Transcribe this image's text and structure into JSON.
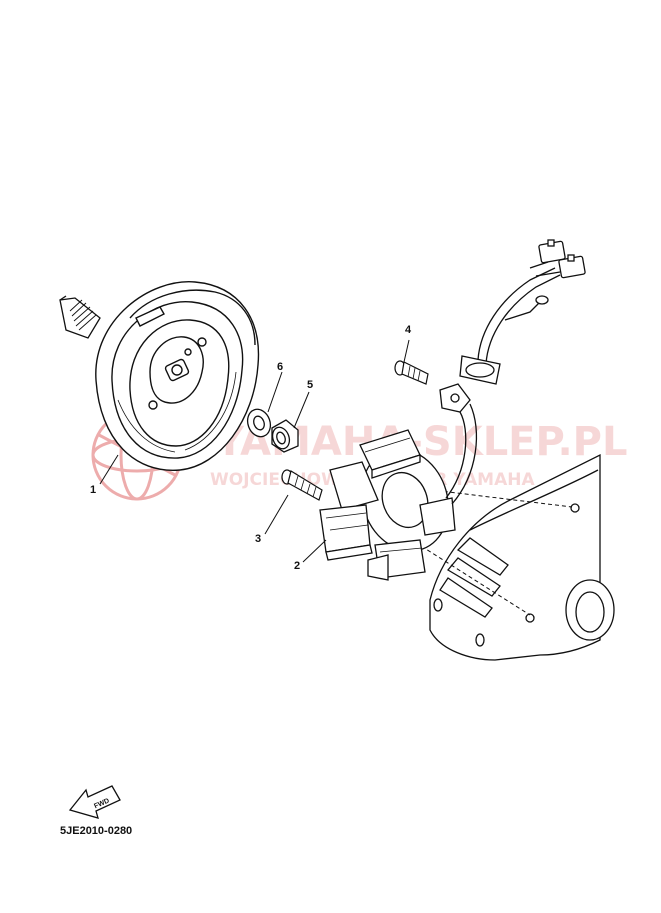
{
  "watermark": {
    "brand": "YAMAHA-SKLEP.PL",
    "subtitle": "WOJCIECHOWICZ MOTOR YAMAHA",
    "color": "#e8a0a0"
  },
  "callouts": {
    "rotor": "1",
    "stator": "2",
    "stator_bolt": "3",
    "clamp_bolt": "4",
    "nut": "5",
    "washer": "6"
  },
  "fwd_arrow": {
    "text": "FWD"
  },
  "diagram_code": "5JE2010-0280"
}
